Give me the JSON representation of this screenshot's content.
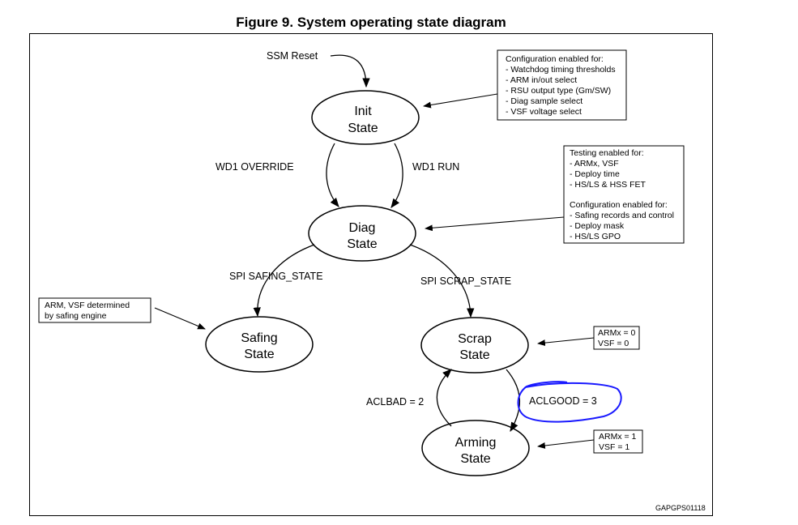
{
  "title": "Figure 9. System operating state diagram",
  "reset_label": "SSM Reset",
  "states": {
    "init": [
      "Init",
      "State"
    ],
    "diag": [
      "Diag",
      "State"
    ],
    "safing": [
      "Safing",
      "State"
    ],
    "scrap": [
      "Scrap",
      "State"
    ],
    "arming": [
      "Arming",
      "State"
    ]
  },
  "transitions": {
    "wd1_override": "WD1 OVERRIDE",
    "wd1_run": "WD1 RUN",
    "spi_safing": "SPI SAFING_STATE",
    "spi_scrap": "SPI SCRAP_STATE",
    "aclbad": "ACLBAD = 2",
    "aclgood": "ACLGOOD = 3"
  },
  "notes": {
    "init_config": [
      "Configuration enabled for:",
      "- Watchdog timing thresholds",
      "- ARM in/out select",
      "- RSU output type (Gm/SW)",
      "- Diag sample select",
      "- VSF voltage select"
    ],
    "diag_testing": [
      "Testing enabled for:",
      "- ARMx, VSF",
      "- Deploy time",
      "- HS/LS & HSS FET"
    ],
    "diag_config": [
      "Configuration enabled for:",
      "- Safing records and control",
      "- Deploy mask",
      "- HS/LS GPO"
    ],
    "safing": [
      "ARM, VSF determined",
      "by safing engine"
    ],
    "scrap": [
      "ARMx = 0",
      "VSF = 0"
    ],
    "arming": [
      "ARMx = 1",
      "VSF = 1"
    ]
  },
  "reference_code": "GAPGPS01118",
  "highlight_color": "#1a1aff"
}
